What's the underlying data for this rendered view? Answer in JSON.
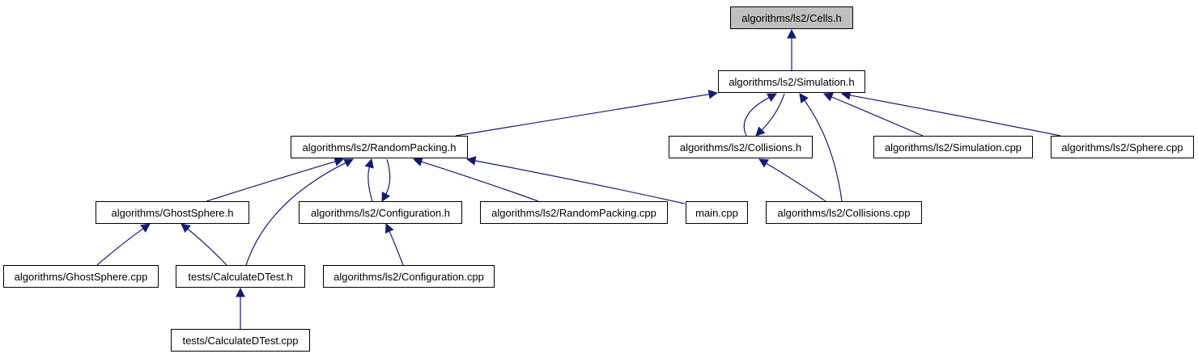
{
  "colors": {
    "edge": "#191970",
    "root_fill": "#bfbfbf",
    "node_fill": "#ffffff",
    "border": "#000000"
  },
  "nodes": {
    "cells_h": "algorithms/ls2/Cells.h",
    "simulation_h": "algorithms/ls2/Simulation.h",
    "randompacking_h": "algorithms/ls2/RandomPacking.h",
    "collisions_h": "algorithms/ls2/Collisions.h",
    "simulation_cpp": "algorithms/ls2/Simulation.cpp",
    "sphere_cpp": "algorithms/ls2/Sphere.cpp",
    "ghostsphere_h": "algorithms/GhostSphere.h",
    "configuration_h": "algorithms/ls2/Configuration.h",
    "randompacking_cpp": "algorithms/ls2/RandomPacking.cpp",
    "main_cpp": "main.cpp",
    "collisions_cpp": "algorithms/ls2/Collisions.cpp",
    "ghostsphere_cpp": "algorithms/GhostSphere.cpp",
    "calculatedtest_h": "tests/CalculateDTest.h",
    "configuration_cpp": "algorithms/ls2/Configuration.cpp",
    "calculatedtest_cpp": "tests/CalculateDTest.cpp"
  },
  "edges": [
    [
      "simulation_h",
      "cells_h"
    ],
    [
      "randompacking_h",
      "simulation_h"
    ],
    [
      "collisions_h",
      "simulation_h"
    ],
    [
      "simulation_h",
      "collisions_h"
    ],
    [
      "simulation_cpp",
      "simulation_h"
    ],
    [
      "sphere_cpp",
      "simulation_h"
    ],
    [
      "collisions_cpp",
      "simulation_h"
    ],
    [
      "ghostsphere_h",
      "randompacking_h"
    ],
    [
      "calculatedtest_h",
      "randompacking_h"
    ],
    [
      "configuration_h",
      "randompacking_h"
    ],
    [
      "randompacking_h",
      "configuration_h"
    ],
    [
      "randompacking_cpp",
      "randompacking_h"
    ],
    [
      "main_cpp",
      "randompacking_h"
    ],
    [
      "collisions_cpp",
      "collisions_h"
    ],
    [
      "ghostsphere_cpp",
      "ghostsphere_h"
    ],
    [
      "calculatedtest_h",
      "ghostsphere_h"
    ],
    [
      "configuration_cpp",
      "configuration_h"
    ],
    [
      "calculatedtest_cpp",
      "calculatedtest_h"
    ]
  ]
}
